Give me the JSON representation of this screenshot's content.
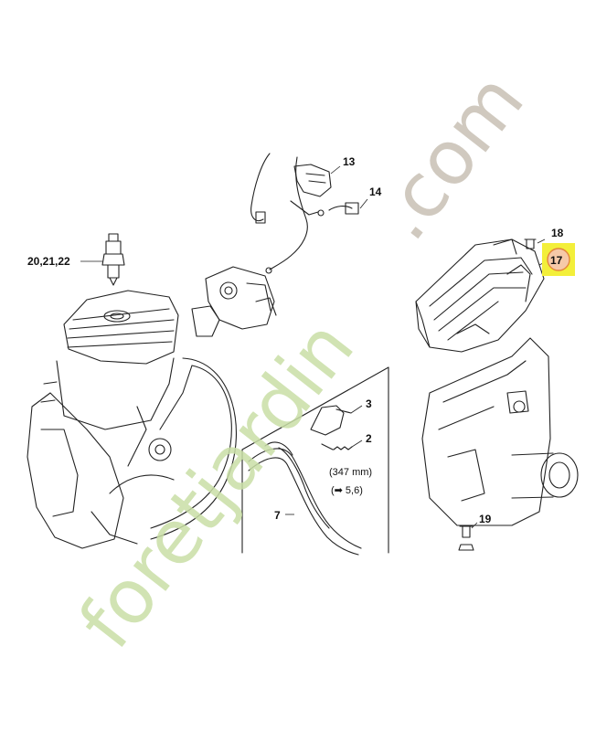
{
  "callouts": {
    "c3": "3",
    "c2": "2",
    "c7": "7",
    "c13": "13",
    "c14": "14",
    "c17": "17",
    "c18": "18",
    "c19": "19",
    "c20_22": "20,21,22",
    "length_note": "(347 mm)",
    "ref_note": "(➡ 5,6)"
  },
  "watermark": {
    "text_a": "foretjardin",
    "text_b": ".com"
  },
  "colors": {
    "highlight": "#f3ef3a",
    "circle_fill": "#f6c9a8",
    "circle_stroke": "#e4863c",
    "watermark_green": "#c9dfa6",
    "watermark_grey": "#c8c0b4"
  }
}
